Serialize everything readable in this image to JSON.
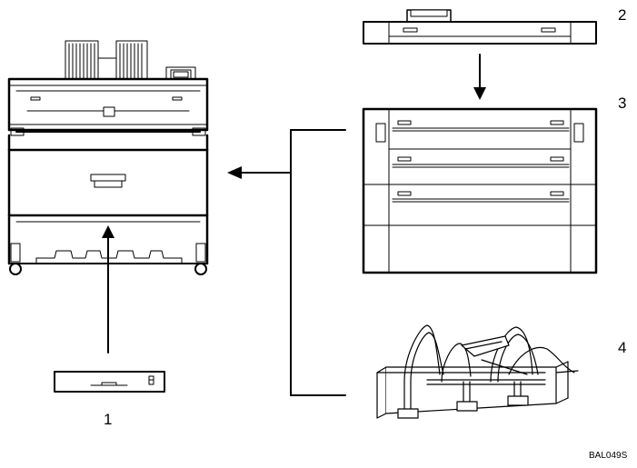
{
  "labels": {
    "item1": "1",
    "item2": "2",
    "item3": "3",
    "item4": "4"
  },
  "figure_code": "BAL049S",
  "colors": {
    "line": "#000000",
    "fill": "#ffffff"
  }
}
